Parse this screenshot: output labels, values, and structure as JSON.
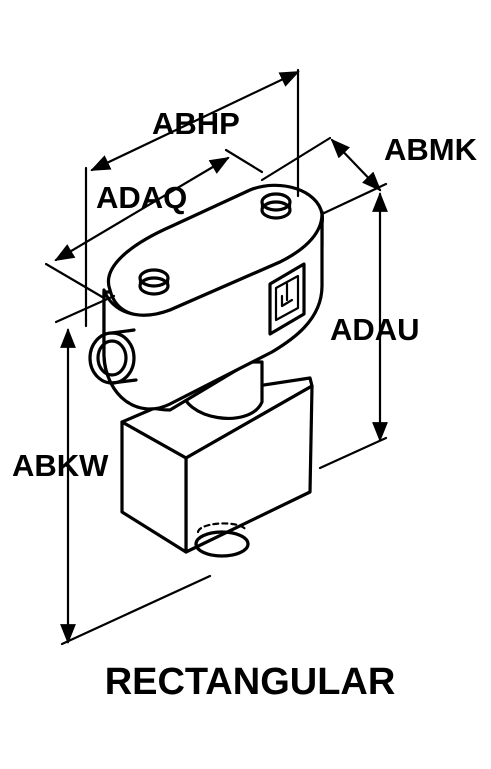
{
  "dimensions": {
    "abhp": "ABHP",
    "abmk": "ABMK",
    "adaq": "ADAQ",
    "adau": "ADAU",
    "abkw": "ABKW"
  },
  "caption": "RECTANGULAR"
}
